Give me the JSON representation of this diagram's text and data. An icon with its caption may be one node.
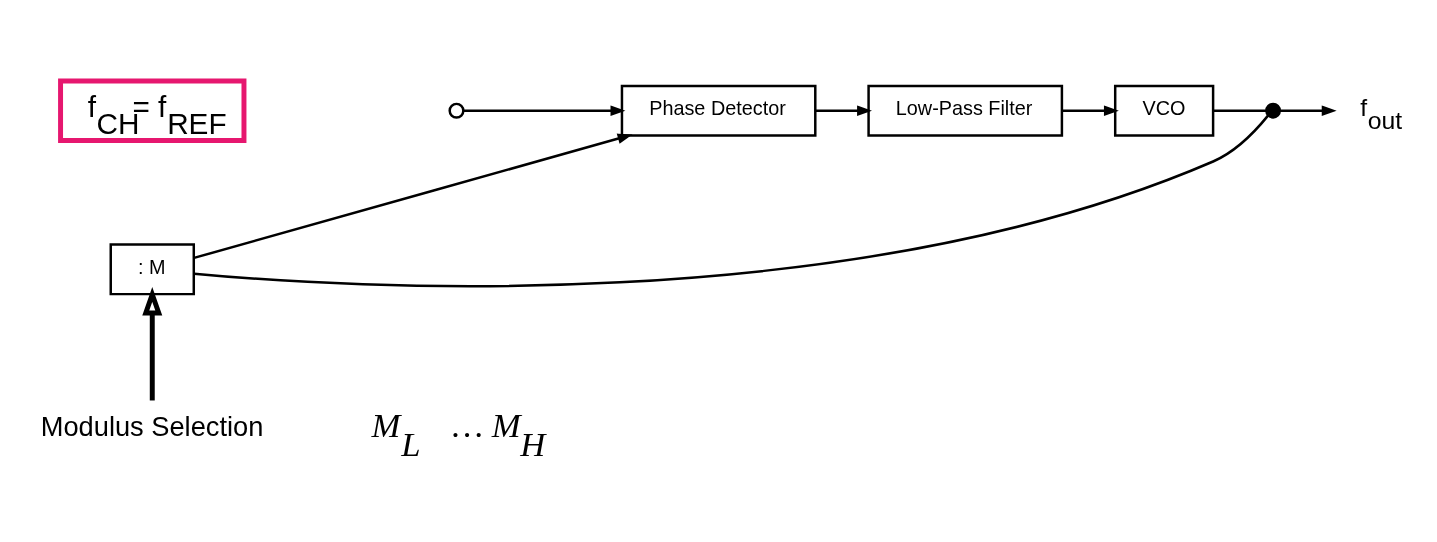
{
  "diagram": {
    "nodes": [
      {
        "text": [
          "f$_{CH}$= f$_{REF}$"
        ]
      },
      {
        "text": [],
        "shape": "circle"
      },
      {
        "text": [
          "Phase Detector"
        ]
      },
      {
        "text": [
          "Low-Pass Filter"
        ]
      },
      {
        "text": [
          "VCO"
        ]
      },
      {
        "text": [],
        "shape": "circle"
      },
      {
        "text": [
          "f$_{out}$"
        ]
      },
      {
        "text": [
          ": M"
        ]
      },
      {
        "text": [
          "Modulus Selection"
        ]
      }
    ],
    "edges": [
      {
        "from": 1,
        "to": 2,
        "arrow": "to"
      },
      {
        "from": 2,
        "to": 3,
        "arrow": "to"
      },
      {
        "from": 3,
        "to": 4,
        "arrow": "to"
      },
      {
        "from": 4,
        "to": 5,
        "arrow": "none"
      },
      {
        "from": 5,
        "to": 6,
        "arrow": "to"
      },
      {
        "from": 5,
        "to": 7,
        "arrow": "none"
      },
      {
        "from": 7,
        "to": 2,
        "arrow": "to"
      },
      {
        "from": 8,
        "to": 7,
        "arrow": "to",
        "style": "thick"
      }
    ],
    "labels": [
      "M$_{L}$ … M$_{H}$"
    ]
  }
}
